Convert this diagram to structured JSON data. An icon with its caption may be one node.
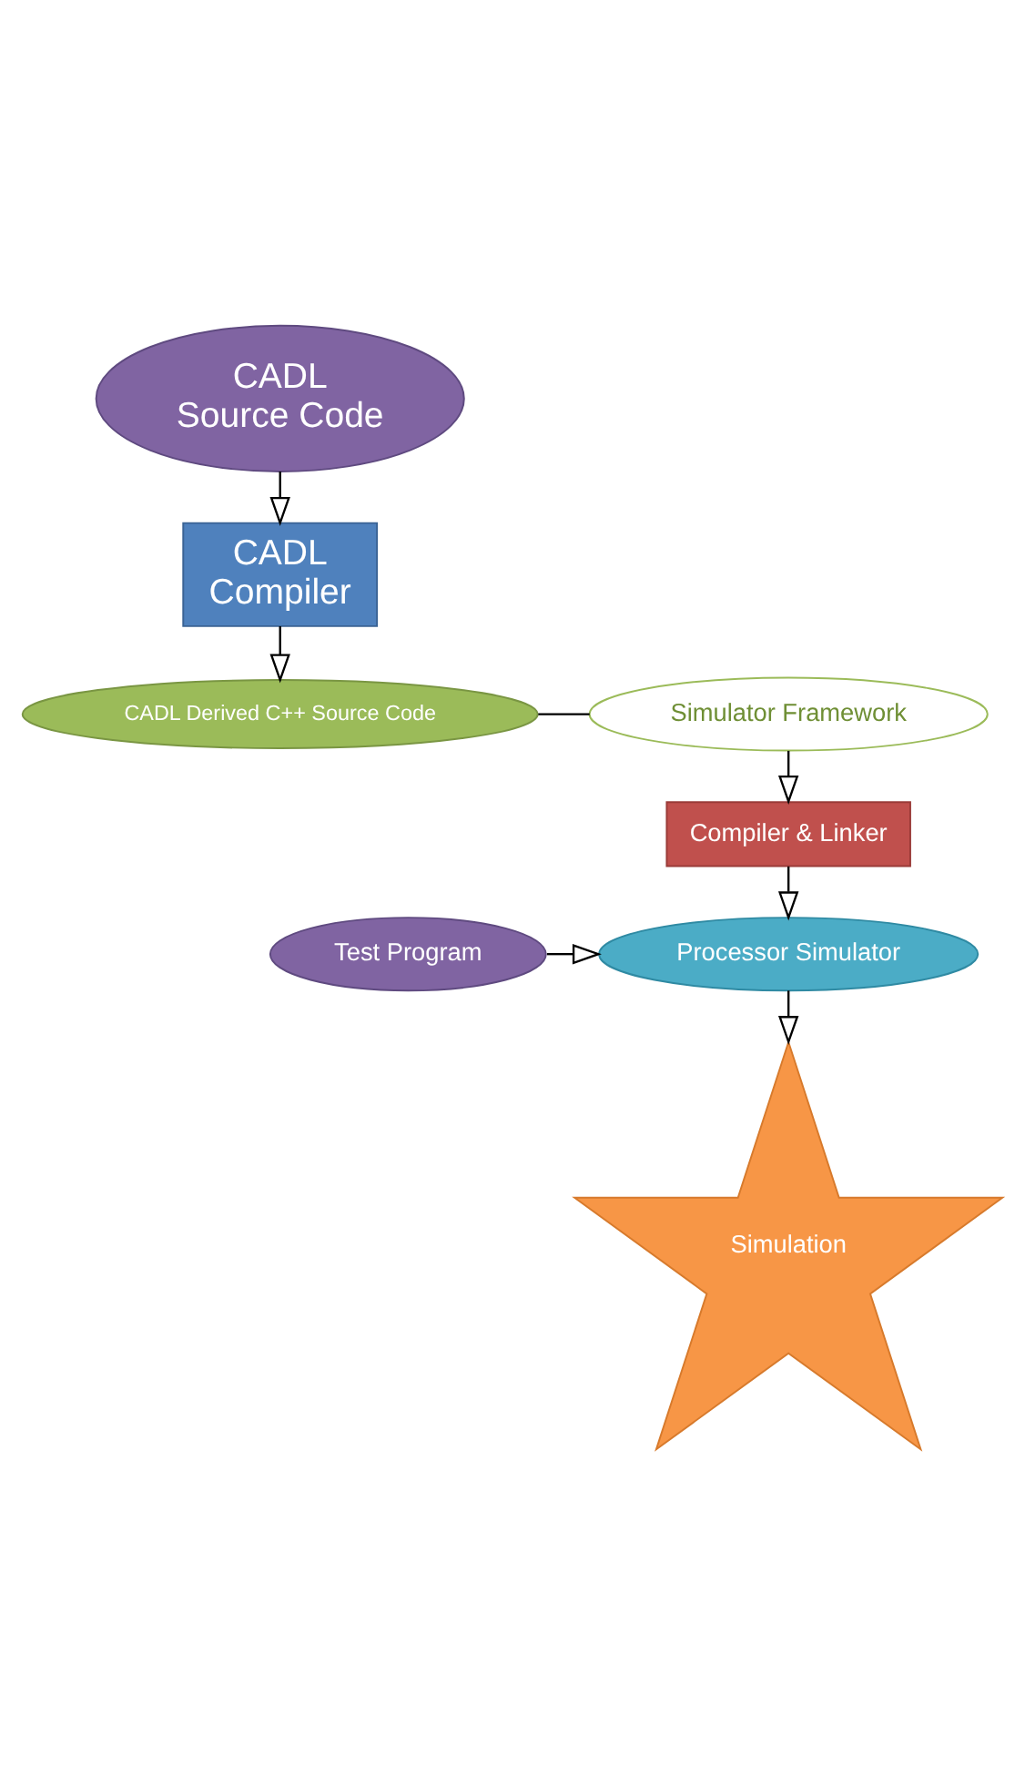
{
  "diagram": {
    "nodes": [
      {
        "text": [
          "CADL",
          "Source Code"
        ]
      },
      {
        "text": [
          "CADL",
          "Compiler"
        ]
      },
      {
        "text": [
          "CADL Derived C++ Source Code"
        ]
      },
      {
        "text": [
          "Simulator Framework"
        ]
      },
      {
        "text": [
          "Compiler & Linker"
        ]
      },
      {
        "text": [
          "Test Program"
        ]
      },
      {
        "text": [
          "Processor Simulator"
        ]
      },
      {
        "text": [
          "Simulation"
        ]
      }
    ],
    "edges": [
      {
        "from": 0,
        "to": 1,
        "arrow": "to"
      },
      {
        "from": 1,
        "to": 2,
        "arrow": "to"
      },
      {
        "from": 2,
        "to": 3,
        "arrow": "none"
      },
      {
        "from": 3,
        "to": 4,
        "arrow": "to"
      },
      {
        "from": 4,
        "to": 6,
        "arrow": "to"
      },
      {
        "from": 5,
        "to": 6,
        "arrow": "to"
      },
      {
        "from": 6,
        "to": 7,
        "arrow": "to"
      }
    ]
  }
}
